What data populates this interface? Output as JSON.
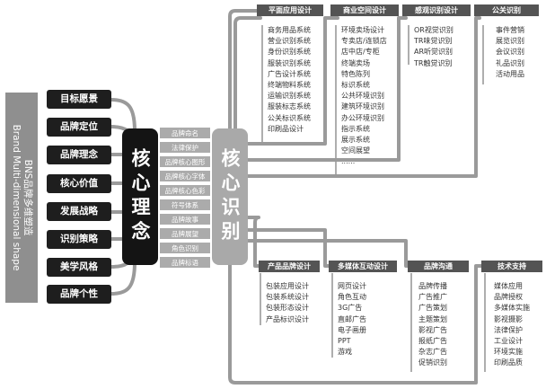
{
  "brand_title": "BNS品牌多维塑造",
  "brand_subtitle": "Brand Multi-dimensional shape",
  "pillars": [
    "目标愿景",
    "品牌定位",
    "品牌理念",
    "核心价值",
    "发展战略",
    "识别策略",
    "美学风格",
    "品牌个性"
  ],
  "core_left": "核心理念",
  "core_right": "核心识别",
  "small_items": [
    "品牌命名",
    "法律保护",
    "品牌核心图形",
    "品牌核心字体",
    "品牌核心色彩",
    "符号体系",
    "品牌故事",
    "品牌展望",
    "角色识别",
    "品牌标语"
  ],
  "top_sections": [
    {
      "title": "平面应用设计",
      "items": [
        "商务用品系统",
        "营业识别系统",
        "身份识别系统",
        "服装识别系统",
        "广告设计系统",
        "终端物料系统",
        "运输识别系统",
        "服装标志系统",
        "公关标识系统",
        "印刷品设计"
      ]
    },
    {
      "title": "商业空间设计",
      "items": [
        "环境卖场设计",
        "专卖店/连锁店",
        "店中店/专柜",
        "终端卖场",
        "特色陈列",
        "标识系统",
        "公共环境识别",
        "建筑环境识别",
        "办公环境识别",
        "指示系统",
        "展示系统",
        "空间展望",
        "......"
      ]
    },
    {
      "title": "感观识别设计",
      "items": [
        "OR视觉识别",
        "TR味觉识别",
        "AR听觉识别",
        "TR触觉识别"
      ]
    },
    {
      "title": "公关识别",
      "items": [
        "事件营销",
        "展览识别",
        "会议识别",
        "礼品识别",
        "活动用品"
      ]
    }
  ],
  "bottom_sections": [
    {
      "title": "产品品牌设计",
      "items": [
        "包装应用设计",
        "包装系统设计",
        "包装形态设计",
        "产品标识设计"
      ]
    },
    {
      "title": "多媒体互动设计",
      "items": [
        "网页设计",
        "角色互动",
        "3G广告",
        "直邮广告",
        "电子画册",
        "PPT",
        "游戏"
      ]
    },
    {
      "title": "品牌沟通",
      "items": [
        "品牌传播",
        "广告推广",
        "广告策划",
        "主题策划",
        "影视广告",
        "报纸广告",
        "杂志广告",
        "促销识别"
      ]
    },
    {
      "title": "技术支持",
      "items": [
        "媒体应用",
        "品牌授权",
        "多媒体实施",
        "影视摄影",
        "法律保护",
        "工业设计",
        "环境实施",
        "印刷品质"
      ]
    }
  ]
}
